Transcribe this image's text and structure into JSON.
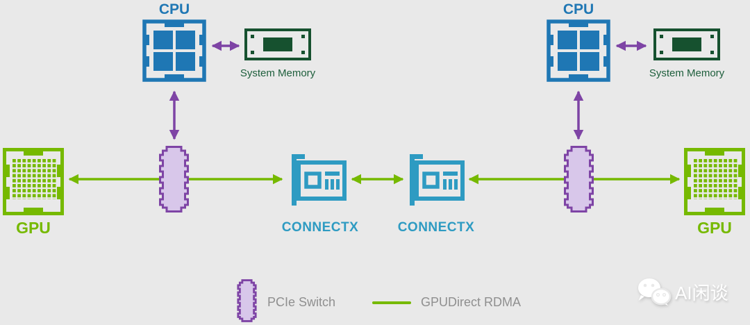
{
  "colors": {
    "background": "#e9e9e9",
    "cpu_blue": "#1f77b4",
    "memory_green": "#16512f",
    "memory_text_green": "#1d5e3b",
    "gpu_green": "#76b900",
    "nic_teal": "#2e9bc2",
    "purple_stroke": "#7e44a5",
    "purple_fill": "#d8c7ea",
    "legend_gray": "#8f8f8f",
    "watermark_white": "#ffffff"
  },
  "clusters": {
    "left": {
      "cpu": "CPU",
      "memory": "System Memory",
      "gpu": "GPU"
    },
    "right": {
      "cpu": "CPU",
      "memory": "System Memory",
      "gpu": "GPU"
    }
  },
  "nics": [
    {
      "label": "CONNECTX"
    },
    {
      "label": "CONNECTX"
    }
  ],
  "legend": {
    "pcie": "PCIe Switch",
    "rdma": "GPUDirect RDMA"
  },
  "watermark": {
    "text": "AI闲谈"
  },
  "connections": [
    {
      "from": "cpu-left",
      "to": "system-memory-left",
      "type": "pcie-bidirectional"
    },
    {
      "from": "cpu-left",
      "to": "pcie-switch-left",
      "type": "pcie-bidirectional"
    },
    {
      "from": "gpu-left",
      "to": "connectx-1",
      "via": "pcie-switch-left",
      "type": "gpudirect-rdma"
    },
    {
      "from": "connectx-1",
      "to": "connectx-2",
      "type": "gpudirect-rdma"
    },
    {
      "from": "cpu-right",
      "to": "system-memory-right",
      "type": "pcie-bidirectional"
    },
    {
      "from": "cpu-right",
      "to": "pcie-switch-right",
      "type": "pcie-bidirectional"
    },
    {
      "from": "gpu-right",
      "to": "connectx-2",
      "via": "pcie-switch-right",
      "type": "gpudirect-rdma"
    }
  ]
}
